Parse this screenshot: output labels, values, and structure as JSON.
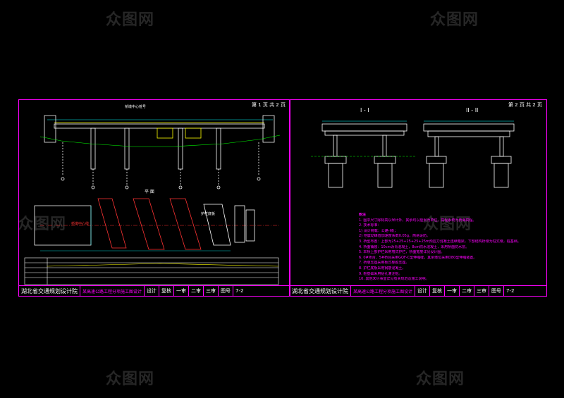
{
  "watermark": "众图网",
  "sheet1": {
    "page": "第 1 页 共 2 页",
    "elevation_title": "桥墩中心桩号",
    "plan_title": "平 面",
    "plan_center": "桥墩中心线",
    "plan_label": "护栏底板",
    "title_block": {
      "company": "湖北省交通规划设计院",
      "project": "某高速公路工程分项施工图设计",
      "designer_label": "设计",
      "reviewer_label": "复核",
      "check1_label": "一审",
      "check2_label": "二审",
      "check3_label": "三审",
      "drawing_no_label": "图号",
      "drawing_no": "7-2"
    }
  },
  "sheet2": {
    "page": "第 2 页 共 2 页",
    "section1": "I - I",
    "section2": "II - II",
    "notes_title": "附注",
    "notes": [
      "1. 图中尺寸除标高以米计外，其余均以厘米为单位，高程系统为黄海高程。",
      "2. 技术标准：",
      "   1) 设计荷载：公路-I级；",
      "   2) 地震动峰值加速度系数0.05g，简易设防。",
      "3. 桥型布置：上部为25+25+25+25+25m预应力混凝土连续箱梁，下部结构桥墩为柱式墩，桩基础。",
      "4. 桥面铺装：10cm沥青混凝土，8cm防水混凝土，采用桥面防水层。",
      "5. 本桥上部护栏采用墙式护栏，桥面宽度详见设计图。",
      "6. 0#桥台、5#桥台采用GQF-C型伸缩缝，其余墩位采用D80型伸缩装置。",
      "7. 桥墩支座采用板式橡胶支座。",
      "8. 护栏底板采用钢筋混凝土。",
      "9. 桩基础采用钻孔灌注桩。",
      "10. 其他未尽事宜详见有关规范及施工说明。"
    ],
    "title_block": {
      "company": "湖北省交通规划设计院",
      "project": "某高速公路工程分项施工图设计",
      "designer_label": "设计",
      "reviewer_label": "复核",
      "check1_label": "一审",
      "check2_label": "二审",
      "check3_label": "三审",
      "drawing_no_label": "图号",
      "drawing_no": "7-2"
    }
  },
  "colors": {
    "frame": "#ff00ff",
    "lines": "#ffffff",
    "dim": "#00ffff",
    "hatch": "#ff3333",
    "ground": "#00ff00",
    "highlight": "#ffff00"
  }
}
